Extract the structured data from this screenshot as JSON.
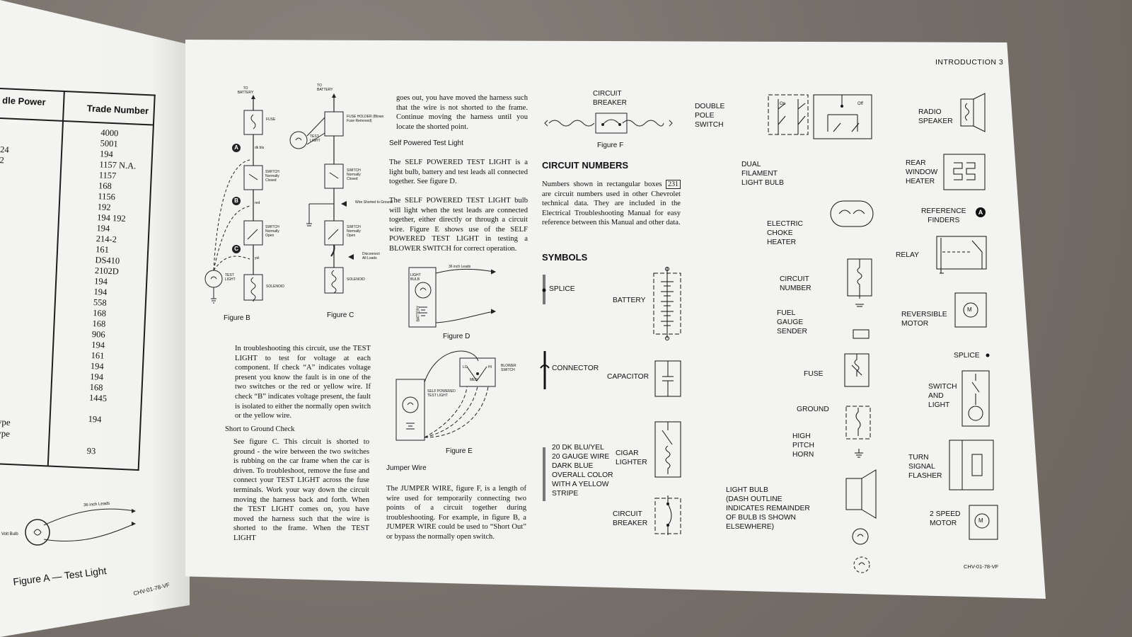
{
  "left_page": {
    "col_head_1": "dle Power",
    "col_head_2": "Trade Number",
    "left_values": [
      "24",
      "2",
      "",
      "",
      "",
      "",
      "",
      "",
      "",
      "",
      "*"
    ],
    "trade_numbers": [
      "4000",
      "5001",
      "194",
      "1157 N.A.",
      "1157",
      "168",
      "1156",
      "192",
      "194  192",
      "194",
      "214-2",
      "161",
      "DS410",
      "2102D",
      "194",
      "194",
      "558",
      "168",
      "168",
      "906",
      "194",
      "161",
      "194",
      "194",
      "168",
      "1445",
      "",
      "194",
      "",
      "",
      "93"
    ],
    "lamp_1": "p Type",
    "lamp_2": "p Type",
    "fig_a_leads": "36 inch Leads",
    "fig_a_bulb": "Volt Bulb",
    "fig_a_caption": "Figure A — Test Light",
    "code": "CHV-01-78-VF"
  },
  "header": "INTRODUCTION  3",
  "figB": {
    "to_battery": "TO BATTERY",
    "fuse": "FUSE",
    "dk_blu": "dk blu",
    "switch_closed": "SWITCH Normally Closed",
    "red": "red",
    "switch_open": "SWITCH Normally Open",
    "yel": "yel",
    "test_light": "TEST LIGHT",
    "solenoid": "SOLENOID",
    "finder_a": "A",
    "finder_b": "B",
    "finder_c": "C",
    "caption": "Figure B"
  },
  "figC": {
    "to_battery": "TO BATTERY",
    "fuse_holder": "FUSE HOLDER (Blown Fuse Removed)",
    "test_light": "TEST LIGHT",
    "switch_closed": "SWITCH Normally Closed",
    "wire_shorted": "Wire Shorted to Ground",
    "switch_open": "SWITCH Normally Open",
    "disconnect": "Disconnect All Loads",
    "solenoid": "SOLENOID",
    "caption": "Figure C"
  },
  "para_troubleshoot": "In troubleshooting this circuit, use the TEST LIGHT to test for voltage at each component.  If check “A” indicates voltage present you know the fault is in one of the two switches or the red or yellow wire.  If check “B” indicates voltage present, the fault is isolated to either the normally open switch or the yellow wire.",
  "short_heading": "Short to Ground Check",
  "para_short": "See figure C.  This circuit is shorted to ground - the wire between the two switches is rubbing on the car frame when the car is driven. To troubleshoot, remove the fuse and connect your TEST LIGHT across the fuse terminals.  Work your way down the circuit moving the harness back and forth.  When the TEST LIGHT comes on, you have moved the harness such that the wire is shorted to the frame.  When the TEST LIGHT",
  "para_goes_out": "goes out, you have moved the harness such that the wire is not shorted to the frame.  Continue moving the harness until you locate the shorted point.",
  "spt_heading": "Self Powered Test Light",
  "para_spt1": "The SELF POWERED TEST LIGHT is a light bulb, battery and test leads all connected together.  See figure D.",
  "para_spt2": "The SELF POWERED TEST LIGHT bulb will light when the test leads are connected together, either directly or through a circuit wire.  Figure E shows use of the SELF POWERED TEST LIGHT in testing a BLOWER SWITCH for correct operation.",
  "figD": {
    "leads": "36 inch Leads",
    "bulb": "LIGHT BULB",
    "battery": "BATTERY",
    "caption": "Figure D"
  },
  "figE": {
    "blower": "BLOWER SWITCH",
    "spt": "SELF POWERED TEST LIGHT",
    "lo": "LO",
    "hi": "HI",
    "med": "MED",
    "caption": "Figure E"
  },
  "jumper_heading": "Jumper Wire",
  "para_jumper": "The JUMPER WIRE, figure F, is a length of wire used for temporarily connecting two points of a circuit together during troubleshooting.  For example, in figure B, a JUMPER WIRE could be used to “Short Out” or bypass the normally open switch.",
  "figF": {
    "label": "CIRCUIT BREAKER",
    "caption": "Figure F"
  },
  "circuit_numbers": {
    "heading": "CIRCUIT NUMBERS",
    "pre": "Numbers shown in rectangular boxes",
    "box": "231",
    "post": "are circuit numbers used in other Chevrolet technical data.  They are included in the Electrical Troubleshooting Manual for easy reference between this Manual and other data."
  },
  "symbols_heading": "SYMBOLS",
  "symbols": {
    "splice": "SPLICE",
    "battery": "BATTERY",
    "connector": "CONNECTOR",
    "capacitor": "CAPACITOR",
    "wire_desc": "20 DK BLU/YEL\n20 GAUGE WIRE\nDARK BLUE\nOVERALL COLOR\nWITH A YELLOW\nSTRIPE",
    "cigar": "CIGAR\nLIGHTER",
    "breaker": "CIRCUIT\nBREAKER",
    "dpswitch": "DOUBLE\nPOLE\nSWITCH",
    "on": "On",
    "off": "Off",
    "dual_filament": "DUAL\nFILAMENT\nLIGHT BULB",
    "choke": "ELECTRIC\nCHOKE\nHEATER",
    "circuit_number": "CIRCUIT\nNUMBER",
    "fuel_gauge": "FUEL\nGAUGE\nSENDER",
    "fuse": "FUSE",
    "ground": "GROUND",
    "horn": "HIGH\nPITCH\nHORN",
    "light_bulb": "LIGHT BULB\n(DASH OUTLINE\nINDICATES REMAINDER\nOF BULB IS SHOWN\nELSEWHERE)",
    "radio_speaker": "RADIO\nSPEAKER",
    "rear_heater": "REAR\nWINDOW\nHEATER",
    "ref_finders": "REFERENCE\nFINDERS",
    "ref_letter": "A",
    "relay": "RELAY",
    "reversible_motor": "REVERSIBLE\nMOTOR",
    "splice2": "SPLICE",
    "switch_light": "SWITCH\nAND\nLIGHT",
    "turn_flasher": "TURN\nSIGNAL\nFLASHER",
    "two_speed": "2 SPEED\nMOTOR",
    "motor_m": "M"
  },
  "page_code": "CHV-01-78-VF"
}
